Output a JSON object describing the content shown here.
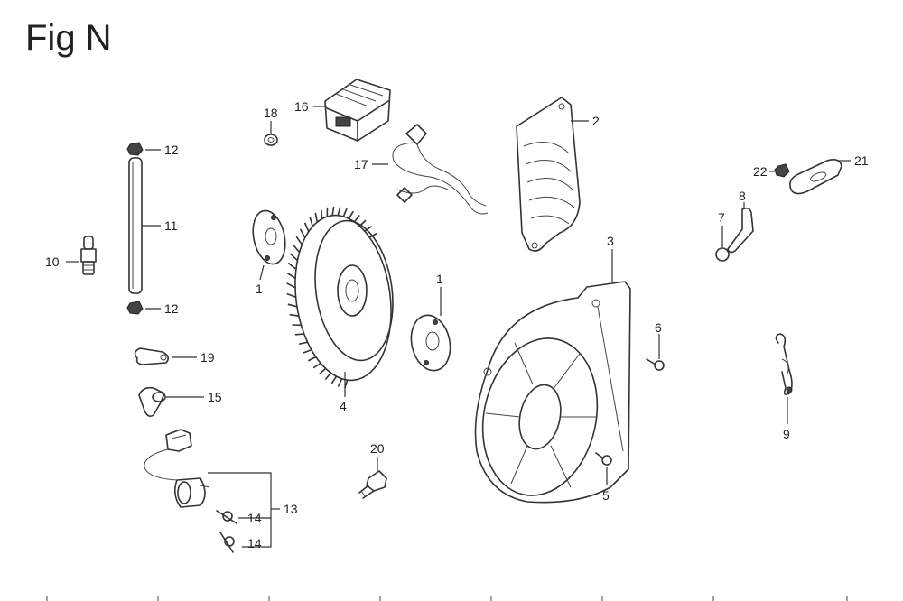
{
  "title": "Fig N",
  "callouts": [
    {
      "id": "c1a",
      "text": "1"
    },
    {
      "id": "c1b",
      "text": "1"
    },
    {
      "id": "c2",
      "text": "2"
    },
    {
      "id": "c3",
      "text": "3"
    },
    {
      "id": "c4",
      "text": "4"
    },
    {
      "id": "c5",
      "text": "5"
    },
    {
      "id": "c6",
      "text": "6"
    },
    {
      "id": "c7",
      "text": "7"
    },
    {
      "id": "c8",
      "text": "8"
    },
    {
      "id": "c9",
      "text": "9"
    },
    {
      "id": "c10",
      "text": "10"
    },
    {
      "id": "c11",
      "text": "11"
    },
    {
      "id": "c12a",
      "text": "12"
    },
    {
      "id": "c12b",
      "text": "12"
    },
    {
      "id": "c13",
      "text": "13"
    },
    {
      "id": "c14a",
      "text": "14"
    },
    {
      "id": "c14b",
      "text": "14"
    },
    {
      "id": "c15",
      "text": "15"
    },
    {
      "id": "c16",
      "text": "16"
    },
    {
      "id": "c17",
      "text": "17"
    },
    {
      "id": "c18",
      "text": "18"
    },
    {
      "id": "c19",
      "text": "19"
    },
    {
      "id": "c20",
      "text": "20"
    },
    {
      "id": "c21",
      "text": "21"
    },
    {
      "id": "c22",
      "text": "22"
    }
  ]
}
